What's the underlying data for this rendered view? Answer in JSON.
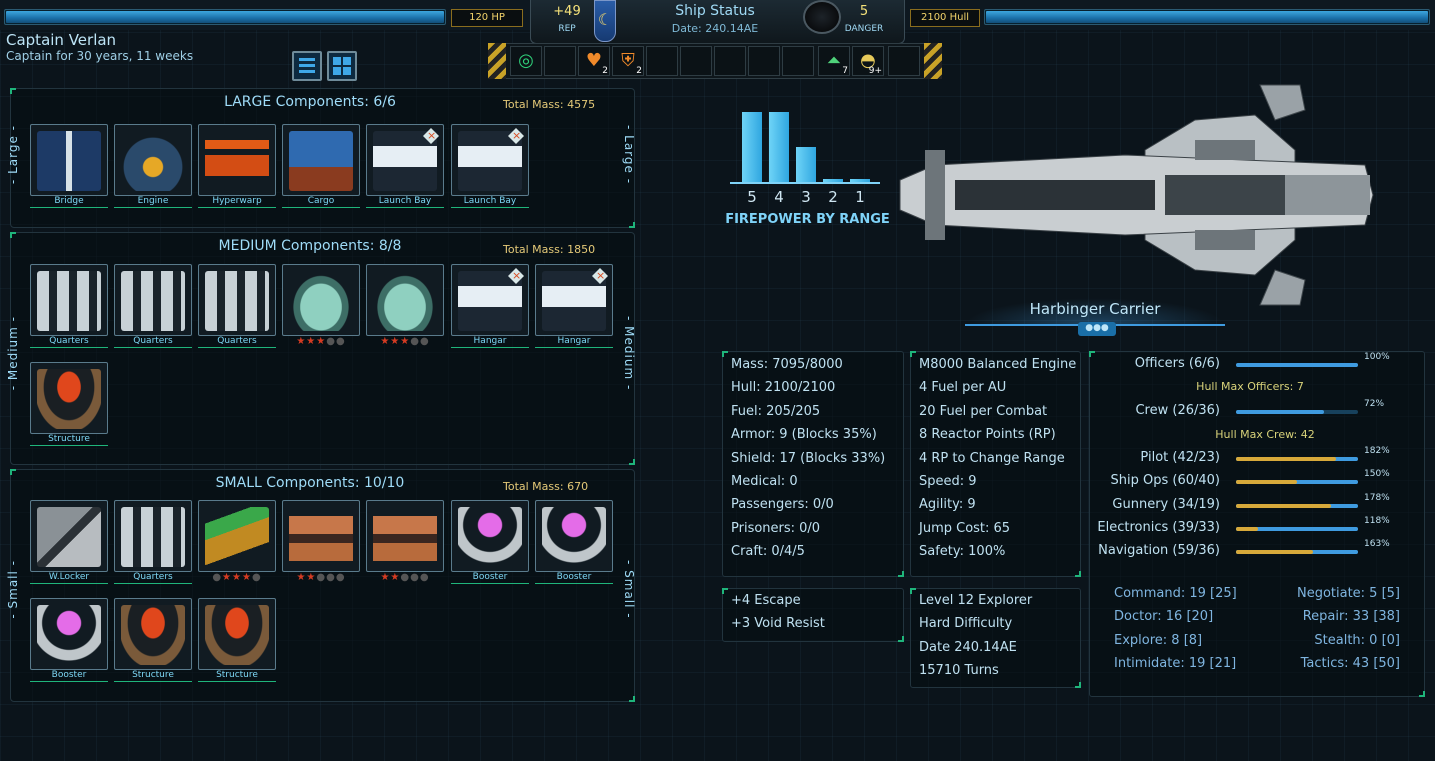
{
  "top": {
    "hp_text": "120 HP",
    "hull_text": "2100 Hull",
    "rep_value": "+49",
    "rep_label": "REP",
    "title": "Ship Status",
    "date": "Date: 240.14AE",
    "danger_value": "5",
    "danger_label": "DANGER",
    "hp_fill": 1.0,
    "hull_fill": 1.0
  },
  "status_icons": [
    {
      "icon": "radar-icon",
      "count": ""
    },
    {
      "icon": "heart-icon",
      "count": "2"
    },
    {
      "icon": "shield-down-icon",
      "count": "2"
    },
    {
      "icon": "rank-icon",
      "count": "7"
    },
    {
      "icon": "helmet-icon",
      "count": "9+"
    }
  ],
  "captain": {
    "name": "Captain Verlan",
    "subtitle": "Captain for 30 years, 11 weeks"
  },
  "large": {
    "title": "LARGE Components: 6/6",
    "mass": "Total Mass: 4575",
    "side": "- Large -",
    "items": [
      "Bridge",
      "Engine",
      "Hyperwarp",
      "Cargo",
      "Launch Bay",
      "Launch Bay"
    ]
  },
  "medium": {
    "title": "MEDIUM Components: 8/8",
    "mass": "Total Mass: 1850",
    "side": "- Medium -",
    "items": [
      "Quarters",
      "Quarters",
      "Quarters",
      "",
      "",
      "Hangar",
      "Hangar",
      "Structure"
    ],
    "stars": [
      null,
      null,
      null,
      [
        3,
        5
      ],
      [
        3,
        5
      ],
      null,
      null,
      null
    ]
  },
  "small": {
    "title": "SMALL Components: 10/10",
    "mass": "Total Mass: 670",
    "side": "- Small -",
    "items": [
      "W.Locker",
      "Quarters",
      "",
      "",
      "",
      "Booster",
      "Booster",
      "Booster",
      "Structure",
      "Structure"
    ],
    "stars": [
      null,
      null,
      [
        3,
        5
      ],
      [
        2,
        5
      ],
      [
        2,
        5
      ],
      null,
      null,
      null,
      null,
      null
    ]
  },
  "firepower": {
    "title": "FIREPOWER BY RANGE",
    "ranges": [
      "5",
      "4",
      "3",
      "2",
      "1"
    ],
    "values": [
      1.0,
      1.0,
      0.5,
      0.05,
      0.05
    ]
  },
  "ship_name": "Harbinger Carrier",
  "ship_stats": [
    "Mass: 7095/8000",
    "Hull: 2100/2100",
    "Fuel: 205/205",
    "Armor: 9 (Blocks 35%)",
    "Shield: 17 (Blocks 33%)",
    "Medical: 0",
    "Passengers: 0/0",
    "Prisoners: 0/0",
    "Craft: 0/4/5"
  ],
  "engine_stats": [
    "M8000 Balanced Engine",
    "4 Fuel per AU",
    "20 Fuel per Combat",
    "8 Reactor Points (RP)",
    "4 RP to Change Range",
    "Speed: 9",
    "Agility: 9",
    "Jump Cost: 65",
    "Safety: 100%"
  ],
  "bonuses": [
    "+4 Escape",
    "+3 Void Resist"
  ],
  "game_info": [
    "Level 12 Explorer",
    "Hard Difficulty",
    "Date 240.14AE",
    "15710 Turns"
  ],
  "crew": {
    "officers": {
      "label": "Officers (6/6)",
      "pct": "100%",
      "blue": 1.0,
      "gold": 0
    },
    "officers_note": "Hull Max Officers: 7",
    "crew": {
      "label": "Crew (26/36)",
      "pct": "72%",
      "blue": 0.72,
      "gold": 0
    },
    "crew_note": "Hull Max Crew: 42",
    "roles": [
      {
        "label": "Pilot (42/23)",
        "pct": "182%",
        "blue": 1.0,
        "gold": 0.82
      },
      {
        "label": "Ship Ops (60/40)",
        "pct": "150%",
        "blue": 1.0,
        "gold": 0.5
      },
      {
        "label": "Gunnery (34/19)",
        "pct": "178%",
        "blue": 1.0,
        "gold": 0.78
      },
      {
        "label": "Electronics (39/33)",
        "pct": "118%",
        "blue": 1.0,
        "gold": 0.18
      },
      {
        "label": "Navigation (59/36)",
        "pct": "163%",
        "blue": 1.0,
        "gold": 0.63
      }
    ]
  },
  "skills_left": [
    "Command: 19 [25]",
    "Doctor: 16 [20]",
    "Explore: 8 [8]",
    "Intimidate: 19 [21]"
  ],
  "skills_right": [
    "Negotiate: 5 [5]",
    "Repair: 33 [38]",
    "Stealth: 0 [0]",
    "Tactics: 43 [50]"
  ],
  "colors": {
    "accent": "#3da6de",
    "gold": "#d7a93a",
    "green_edge": "#1fb57b",
    "star": "#d53b22"
  }
}
